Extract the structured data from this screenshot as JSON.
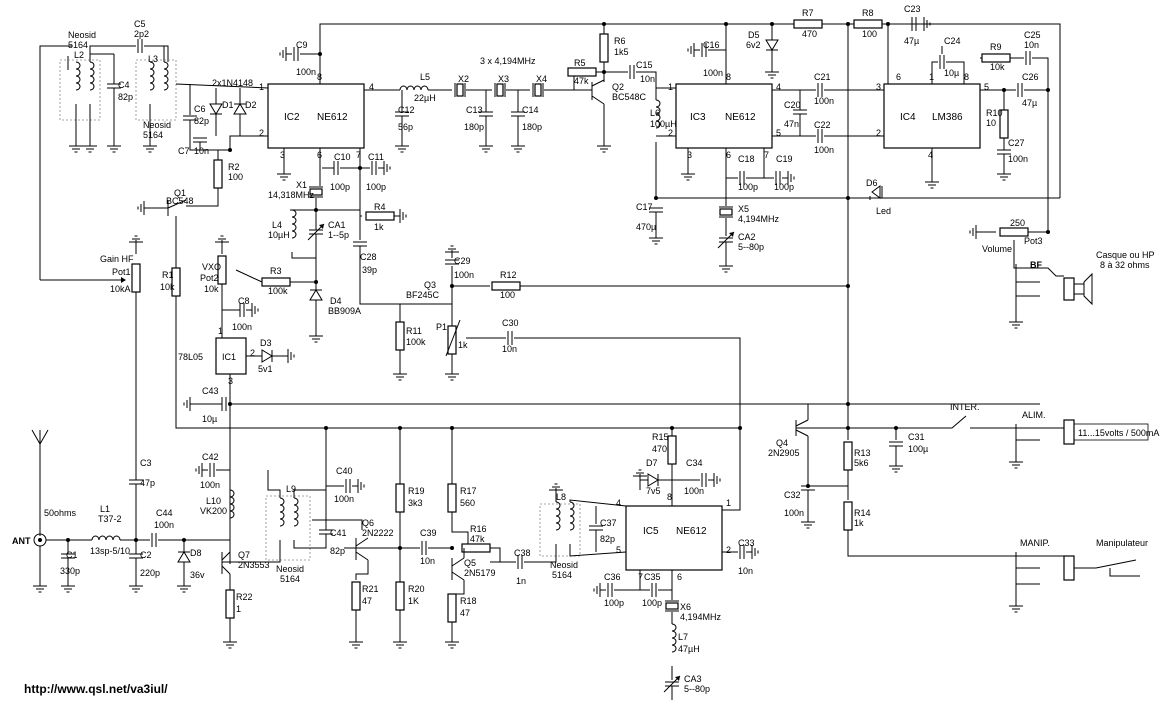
{
  "ics": {
    "ic2": {
      "ref": "IC2",
      "part": "NE612",
      "p1": "1",
      "p2": "2",
      "p3": "3",
      "p4": "4",
      "p6": "6",
      "p7": "7",
      "p8": "8"
    },
    "ic3": {
      "ref": "IC3",
      "part": "NE612",
      "p1": "1",
      "p2": "2",
      "p3": "3",
      "p4": "4",
      "p5": "5",
      "p6": "6",
      "p7": "7",
      "p8": "8"
    },
    "ic4": {
      "ref": "IC4",
      "part": "LM386",
      "p1": "1",
      "p2": "2",
      "p3": "3",
      "p4": "4",
      "p5": "5",
      "p6": "6",
      "p8": "8"
    },
    "ic5": {
      "ref": "IC5",
      "part": "NE612",
      "p1": "1",
      "p2": "2",
      "p4": "4",
      "p5": "5",
      "p6": "6",
      "p7": "7",
      "p8": "8"
    },
    "ic1": {
      "ref": "IC1",
      "part": "78L05",
      "p1": "1",
      "p2": "2",
      "p3": "3"
    }
  },
  "components": {
    "neosid1": "Neosid",
    "neosid1_v": "5164",
    "l2": "L2",
    "c5": "C5",
    "c5_v": "2p2",
    "l3": "L3",
    "neosid2": "Neosid",
    "neosid2_v": "5164",
    "c4": "C4",
    "c4_v": "82p",
    "diodes": "2x1N4148",
    "d1": "D1",
    "d2": "D2",
    "c6": "C6",
    "c6_v": "82p",
    "c7": "C7",
    "c7_v": "10n",
    "c9": "C9",
    "c9_v": "100n",
    "r2": "R2",
    "r2_v": "100",
    "q1": "Q1",
    "q1_v": "BC548",
    "l5": "L5",
    "l5_v": "22µH",
    "c12": "C12",
    "c12_v": "56p",
    "xtal3": "3 x 4,194MHz",
    "x2": "X2",
    "x3": "X3",
    "x4": "X4",
    "c13": "C13",
    "c13_v": "180p",
    "c14": "C14",
    "c14_v": "180p",
    "r6": "R6",
    "r6_v": "1k5",
    "r5": "R5",
    "r5_v": "47k",
    "c15": "C15",
    "c15_v": "10n",
    "q2": "Q2",
    "q2_v": "BC548C",
    "c16": "C16",
    "c16_v": "100n",
    "d5": "D5",
    "d5_v": "6v2",
    "r7": "R7",
    "r7_v": "470",
    "r8": "R8",
    "r8_v": "100",
    "c23": "C23",
    "c23_v": "47µ",
    "c24": "C24",
    "c24_v": "10µ",
    "r9": "R9",
    "r9_v": "10k",
    "c25": "C25",
    "c25_v": "10n",
    "c26": "C26",
    "c26_v": "47µ",
    "l6": "L6",
    "l6_v": "100µH",
    "c21": "C21",
    "c21_v": "100n",
    "c20": "C20",
    "c20_v": "47n",
    "c22": "C22",
    "c22_v": "100n",
    "r10": "R10",
    "r10_v": "10",
    "c27": "C27",
    "c27_v": "100n",
    "c10": "C10",
    "c10_v": "100p",
    "c11": "C11",
    "c11_v": "100p",
    "x1": "X1",
    "x1_v": "14,318MHz",
    "c18": "C18",
    "c18_v": "100p",
    "c19": "C19",
    "c19_v": "100p",
    "c17": "C17",
    "c17_v": "470µ",
    "x5": "X5",
    "x5_v": "4,194MHz",
    "ca2": "CA2",
    "ca2_v": "5--80p",
    "d6": "D6",
    "led": "Led",
    "r4": "R4",
    "r4_v": "1k",
    "l4": "L4",
    "l4_v": "10µH",
    "ca1": "CA1",
    "ca1_v": "1--5p",
    "c28": "C28",
    "c28_v": "39p",
    "vol_v": "250",
    "volume": "Volume",
    "pot3": "Pot3",
    "gain": "Gain HF",
    "pot1": "Pot1",
    "pot1_v": "10kA",
    "vxo": "VXO",
    "pot2": "Pot2",
    "pot2_v": "10k",
    "r3": "R3",
    "r3_v": "100k",
    "r1": "R1",
    "r1_v": "10k",
    "c29": "C29",
    "c29_v": "100n",
    "q3": "Q3",
    "q3_v": "BF245C",
    "r12": "R12",
    "r12_v": "100",
    "c8": "C8",
    "c8_v": "100n",
    "d4": "D4",
    "d4_v": "BB909A",
    "d3": "D3",
    "d3_v": "5v1",
    "r11": "R11",
    "r11_v": "100k",
    "p1": "P1",
    "p1_v": "1k",
    "c30": "C30",
    "c30_v": "10n",
    "c43": "C43",
    "c43_v": "10µ",
    "inter": "INTER.",
    "alim": "ALIM.",
    "alim_v": "11...15volts / 500mA",
    "q4": "Q4",
    "q4_v": "2N2905",
    "c31": "C31",
    "c31_v": "100µ",
    "r13": "R13",
    "r13_v": "5k6",
    "r14": "R14",
    "r14_v": "1k",
    "c32": "C32",
    "c32_v": "100n",
    "manip": "MANIP.",
    "manipulateur": "Manipulateur",
    "c42": "C42",
    "c42_v": "100n",
    "c3": "C3",
    "c3_v": "47p",
    "ohms50": "50ohms",
    "l10": "L10",
    "l10_v": "VK200",
    "l9": "L9",
    "neosid3": "Neosid",
    "neosid3_v": "5164",
    "c40": "C40",
    "c40_v": "100n",
    "r19": "R19",
    "r19_v": "3k3",
    "r17": "R17",
    "r17_v": "560",
    "r15": "R15",
    "r15_v": "470",
    "d7": "D7",
    "d7_v": "7v5",
    "c34": "C34",
    "c34_v": "100n",
    "l8": "L8",
    "neosid4": "Neosid",
    "neosid4_v": "5164",
    "c37": "C37",
    "c37_v": "82p",
    "c33": "C33",
    "c33_v": "10n",
    "ant": "ANT",
    "l1": "L1",
    "l1_v": "T37-2",
    "l1_turns": "13sp-5/10",
    "c44": "C44",
    "c44_v": "100n",
    "c1": "C1",
    "c1_v": "330p",
    "c2": "C2",
    "c2_v": "220p",
    "d8": "D8",
    "d8_v": "36v",
    "q7": "Q7",
    "q7_v": "2N3553",
    "c41": "C41",
    "c41_v": "82p",
    "q6": "Q6",
    "q6_v": "2N2222",
    "c39": "C39",
    "c39_v": "10n",
    "r16": "R16",
    "r16_v": "47k",
    "q5": "Q5",
    "q5_v": "2N5179",
    "c38": "C38",
    "c38_v": "1n",
    "r21": "R21",
    "r21_v": "47",
    "r20": "R20",
    "r20_v": "1K",
    "r18": "R18",
    "r18_v": "47",
    "r22": "R22",
    "r22_v": "1",
    "c36": "C36",
    "c36_v": "100p",
    "c35": "C35",
    "c35_v": "100p",
    "x6": "X6",
    "x6_v": "4,194MHz",
    "l7": "L7",
    "l7_v": "47µH",
    "ca3": "CA3",
    "ca3_v": "5--80p",
    "bf": "BF",
    "casque": "Casque ou HP",
    "casque_v": "8 à 32 ohms"
  },
  "footer": {
    "url": "http://www.qsl.net/va3iul/"
  }
}
